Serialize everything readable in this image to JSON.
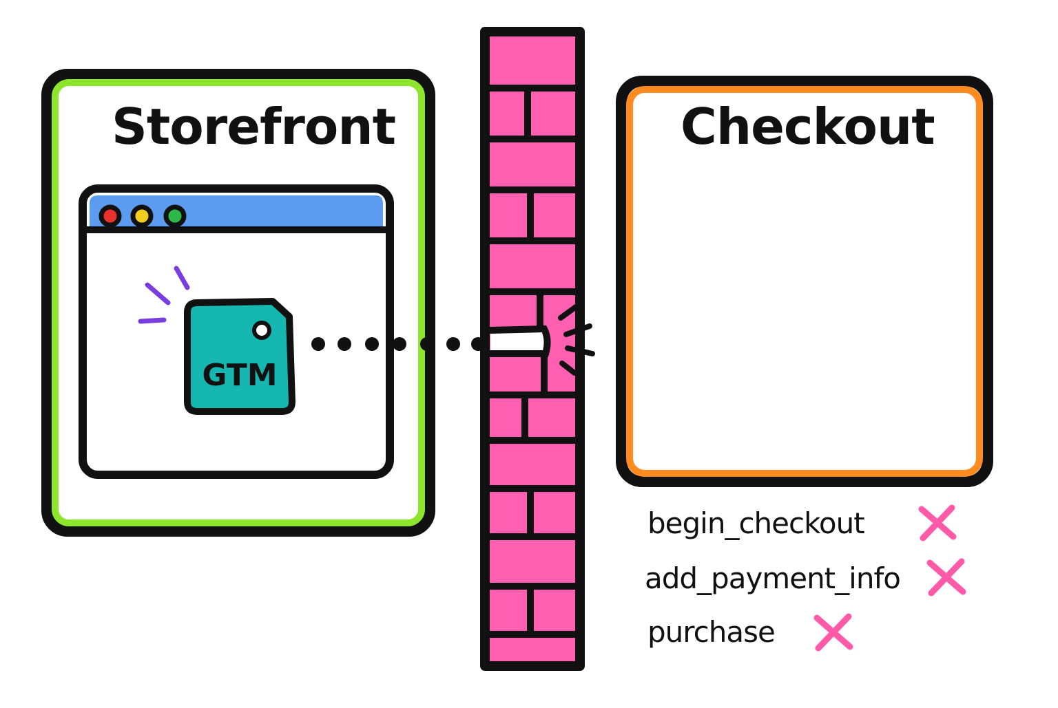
{
  "storefront": {
    "title": "Storefront",
    "tag_label": "GTM"
  },
  "checkout": {
    "title": "Checkout",
    "events": [
      {
        "name": "begin_checkout",
        "status": "blocked"
      },
      {
        "name": "add_payment_info",
        "status": "blocked"
      },
      {
        "name": "purchase",
        "status": "blocked"
      }
    ]
  },
  "colors": {
    "storefront_border": "#8ee62c",
    "checkout_border": "#ff8a1f",
    "wall": "#ff5fb0",
    "browser_bar": "#5b9cf0",
    "gtm_tag": "#16b7b0",
    "x_mark": "#ff5aa8",
    "sparks": "#7a3ee0",
    "window_dots": [
      "#e8322c",
      "#f2cf1f",
      "#2fb84a"
    ]
  }
}
